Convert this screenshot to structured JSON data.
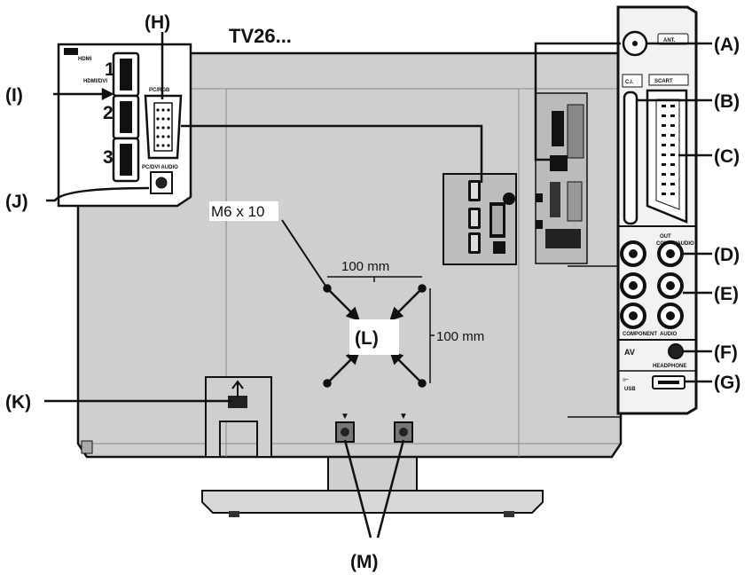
{
  "title": "TV26...",
  "callouts": {
    "A": "(A)",
    "B": "(B)",
    "C": "(C)",
    "D": "(D)",
    "E": "(E)",
    "F": "(F)",
    "G": "(G)",
    "H": "(H)",
    "I": "(I)",
    "J": "(J)",
    "K": "(K)",
    "L": "(L)",
    "M": "(M)"
  },
  "screw_spec": "M6 x 10",
  "vesa_horizontal": "100 mm",
  "vesa_vertical": "100 mm",
  "left_panel": {
    "hdmi_header": "HDMI",
    "hdmi_1": "1",
    "hdmi_1_sub": "HDMI/DVI",
    "hdmi_2": "2",
    "hdmi_3": "3",
    "pc_rgb": "PC/RGB",
    "pc_dvi_audio": "PC/DVI AUDIO"
  },
  "side_panel": {
    "ant": "ANT.",
    "ci": "C.I.",
    "scart": "SCART",
    "out": "OUT",
    "ccm": "COLOR/AUDIO",
    "audio": "AUDIO",
    "component": "COMPONENT",
    "av": "AV",
    "headphone": "HEADPHONE",
    "usb": "USB"
  },
  "colors": {
    "line": "#111111",
    "tv_body": "#cfcfcf",
    "panel": "#f2f2f2",
    "stand": "#d8d8d8"
  }
}
